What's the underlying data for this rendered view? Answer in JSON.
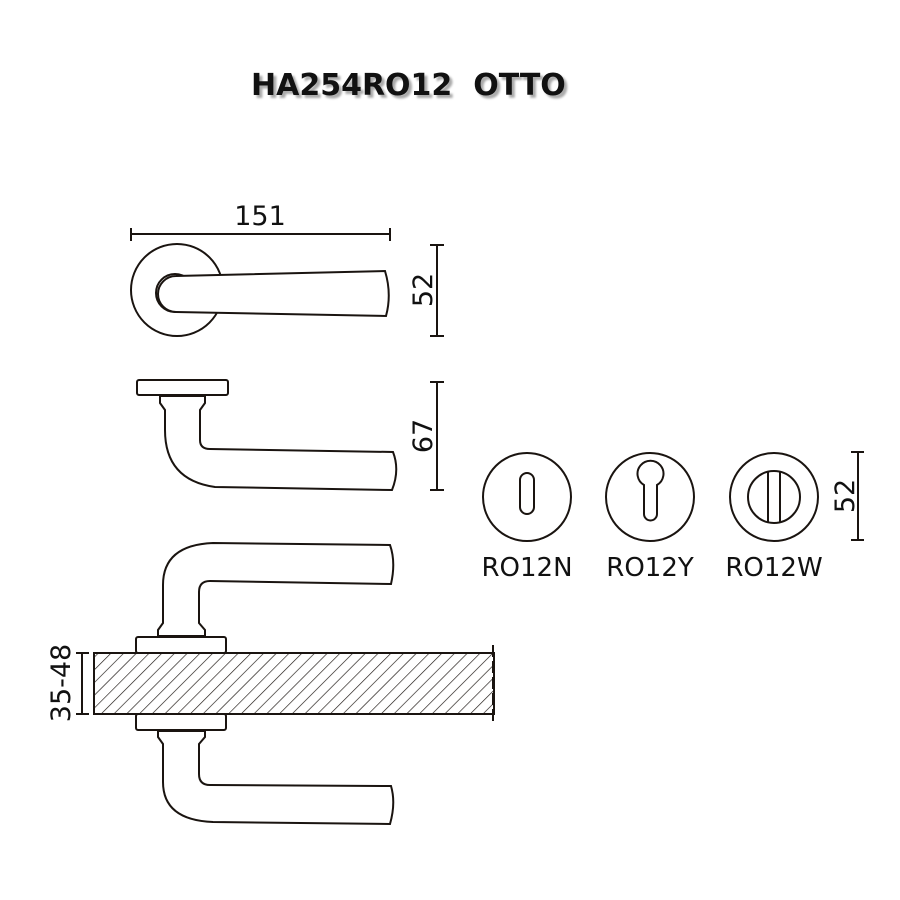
{
  "title": "HA254RO12  OTTO",
  "dimensions": {
    "length": "151",
    "rose_diameter_top": "52",
    "height": "67",
    "door_thickness": "35-48",
    "escutcheon_diameter": "52"
  },
  "escutcheons": [
    {
      "label": "RO12N",
      "type": "key-hole"
    },
    {
      "label": "RO12Y",
      "type": "profile-cylinder"
    },
    {
      "label": "RO12W",
      "type": "wc-turn"
    }
  ]
}
